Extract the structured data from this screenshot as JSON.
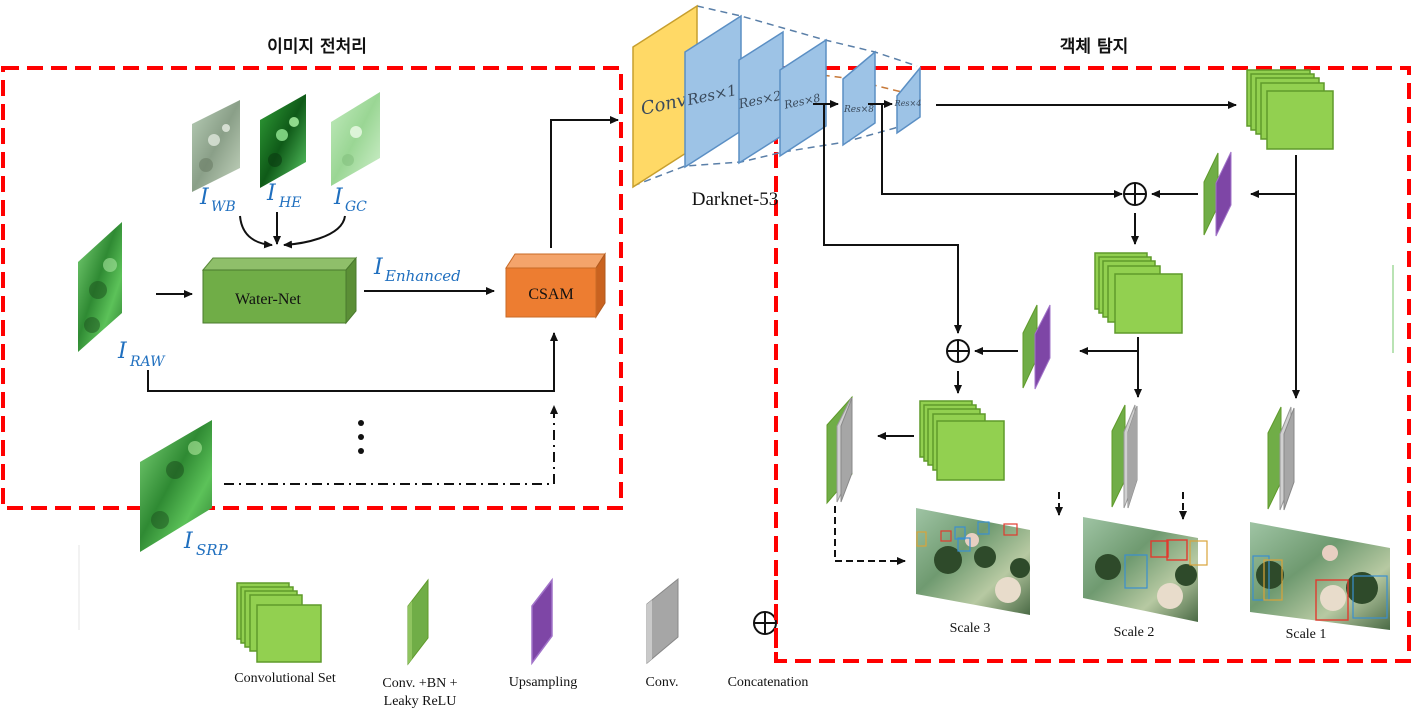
{
  "sections": {
    "preprocessing": {
      "title": "이미지 전처리"
    },
    "detection": {
      "title": "객체 탐지"
    }
  },
  "preprocessing": {
    "inputs": [
      {
        "symbol": "I",
        "subscript": "WB"
      },
      {
        "symbol": "I",
        "subscript": "HE"
      },
      {
        "symbol": "I",
        "subscript": "GC"
      }
    ],
    "raw": {
      "symbol": "I",
      "subscript": "RAW"
    },
    "srp": {
      "symbol": "I",
      "subscript": "SRP"
    },
    "enhanced": {
      "symbol": "I",
      "subscript": "Enhanced"
    },
    "water_net_label": "Water-Net",
    "csam_label": "CSAM"
  },
  "backbone": {
    "name": "Darknet-53",
    "blocks": [
      {
        "label": "Conv"
      },
      {
        "label": "Res×1"
      },
      {
        "label": "Res×2"
      },
      {
        "label": "Res×8"
      },
      {
        "label": "Res×8"
      },
      {
        "label": "Res×4"
      }
    ]
  },
  "detection": {
    "scales": [
      {
        "label": "Scale 3"
      },
      {
        "label": "Scale 2"
      },
      {
        "label": "Scale 1"
      }
    ]
  },
  "legend": {
    "items": [
      {
        "label": "Convolutional Set"
      },
      {
        "label_line1": "Conv. +BN +",
        "label_line2": "Leaky ReLU"
      },
      {
        "label": "Upsampling"
      },
      {
        "label": "Conv."
      },
      {
        "label": "Concatenation"
      }
    ]
  },
  "colors": {
    "red_dashed": "#ff0000",
    "conv_set_green": "#92d050",
    "conv_bn_green": "#70ad47",
    "upsample_purple": "#7e46a6",
    "conv_gray": "#a6a6a6",
    "water_net_green": "#70ad47",
    "csam_orange": "#ed7d31",
    "backbone_blue": "#9dc3e6",
    "conv_yellow": "#ffd966",
    "math_blue": "#1f6fbf"
  }
}
